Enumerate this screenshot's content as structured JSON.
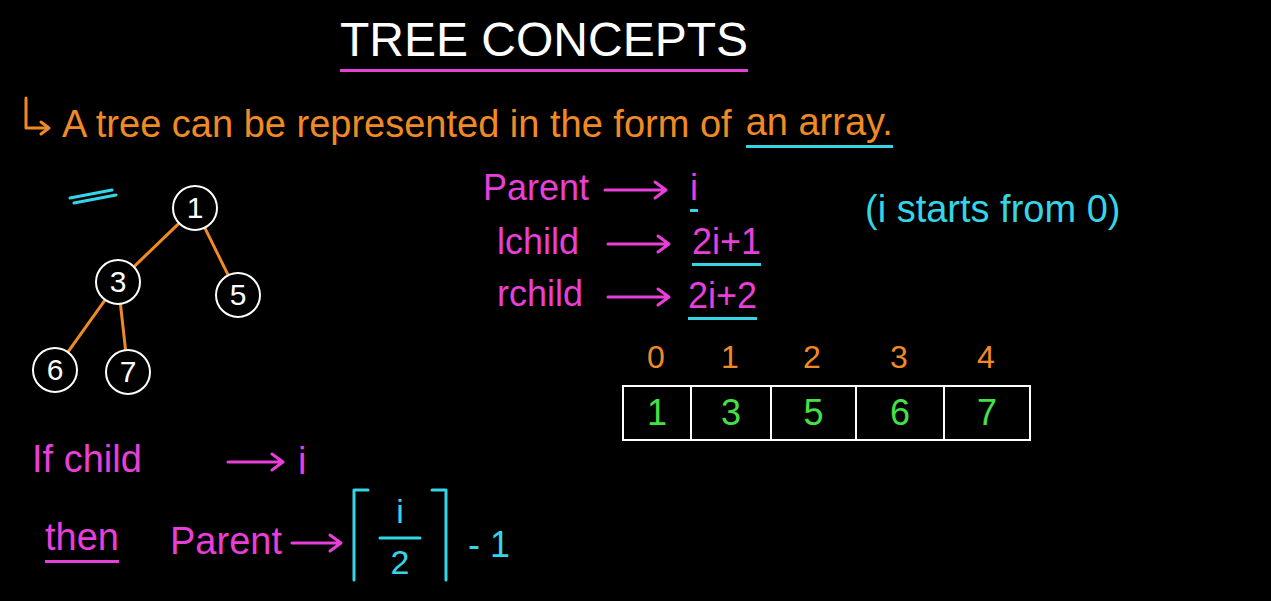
{
  "diagram": {
    "title": "TREE CONCEPTS",
    "nodes": [
      {
        "text": [
          "1"
        ]
      },
      {
        "text": [
          "3"
        ]
      },
      {
        "text": [
          "5"
        ]
      },
      {
        "text": [
          "6"
        ]
      },
      {
        "text": [
          "7"
        ]
      },
      {
        "text": [
          "1"
        ]
      },
      {
        "text": [
          "3"
        ]
      },
      {
        "text": [
          "5"
        ]
      },
      {
        "text": [
          "6"
        ]
      },
      {
        "text": [
          "7"
        ]
      }
    ],
    "edges": [
      {
        "from": 0,
        "to": 1,
        "arrow": "none"
      },
      {
        "from": 0,
        "to": 2,
        "arrow": "none"
      },
      {
        "from": 1,
        "to": 3,
        "arrow": "none"
      },
      {
        "from": 1,
        "to": 4,
        "arrow": "none"
      }
    ],
    "labels": [
      "A tree can be represented in the form of",
      "an array.",
      "Parent",
      "i",
      "lchild",
      "2i+1",
      "rchild",
      "2i+2",
      "(i starts from 0)",
      "0",
      "1",
      "2",
      "3",
      "4",
      "If child",
      "i",
      "then",
      "Parent",
      "i",
      "2",
      "- 1"
    ]
  }
}
